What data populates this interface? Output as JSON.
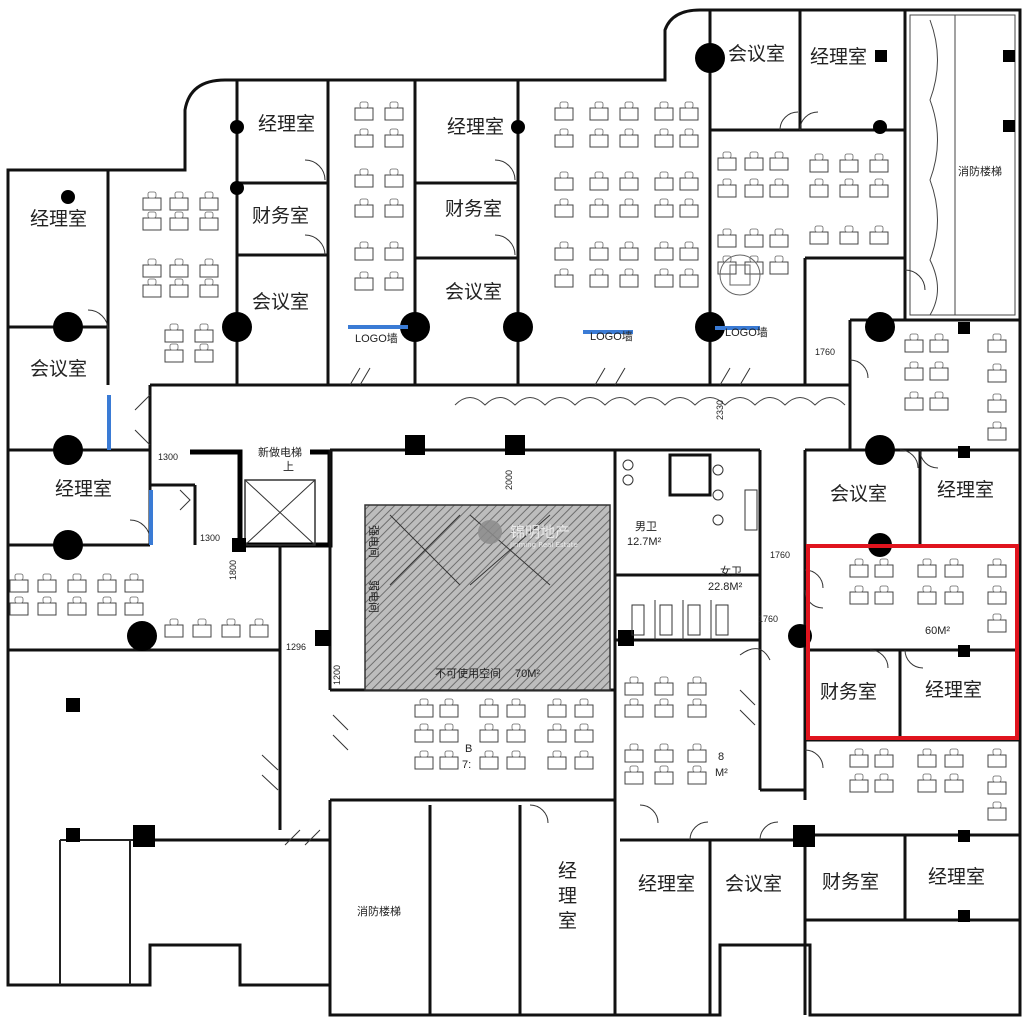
{
  "labels": {
    "manager": "经理室",
    "meeting": "会议室",
    "finance": "财务室",
    "fire_stair": "消防楼梯",
    "logo_wall": "LOGO墙",
    "new_elevator": "新做电梯",
    "elevator_up": "上",
    "mens_wc": "男卫",
    "mens_wc_area": "12.7M²",
    "womens_wc": "女卫",
    "womens_wc_area": "22.8M²",
    "unusable": "不可使用空间",
    "unusable_area": "70M²",
    "strong_elec": "强电间",
    "weak_elec": "弱电间",
    "open_area_60": "60M²",
    "open_area_b": "B",
    "open_area_b_num": "7:",
    "open_area_8": "8",
    "open_area_8_unit": "M²",
    "jing": "经",
    "li": "理",
    "shi": "室"
  },
  "watermark": {
    "name": "锦明地产",
    "english": "Jinming Real Estate"
  },
  "dimensions": {
    "d1760a": "1760",
    "d1760b": "1760",
    "d1760c": "1760",
    "d2330": "2330",
    "d1300a": "1300",
    "d1300b": "1300",
    "d1800": "1800",
    "d1296": "1296",
    "d1200": "1200",
    "d2000": "2000"
  },
  "colors": {
    "highlight": "#e0141e",
    "logo_bar": "#3a7bd5"
  }
}
